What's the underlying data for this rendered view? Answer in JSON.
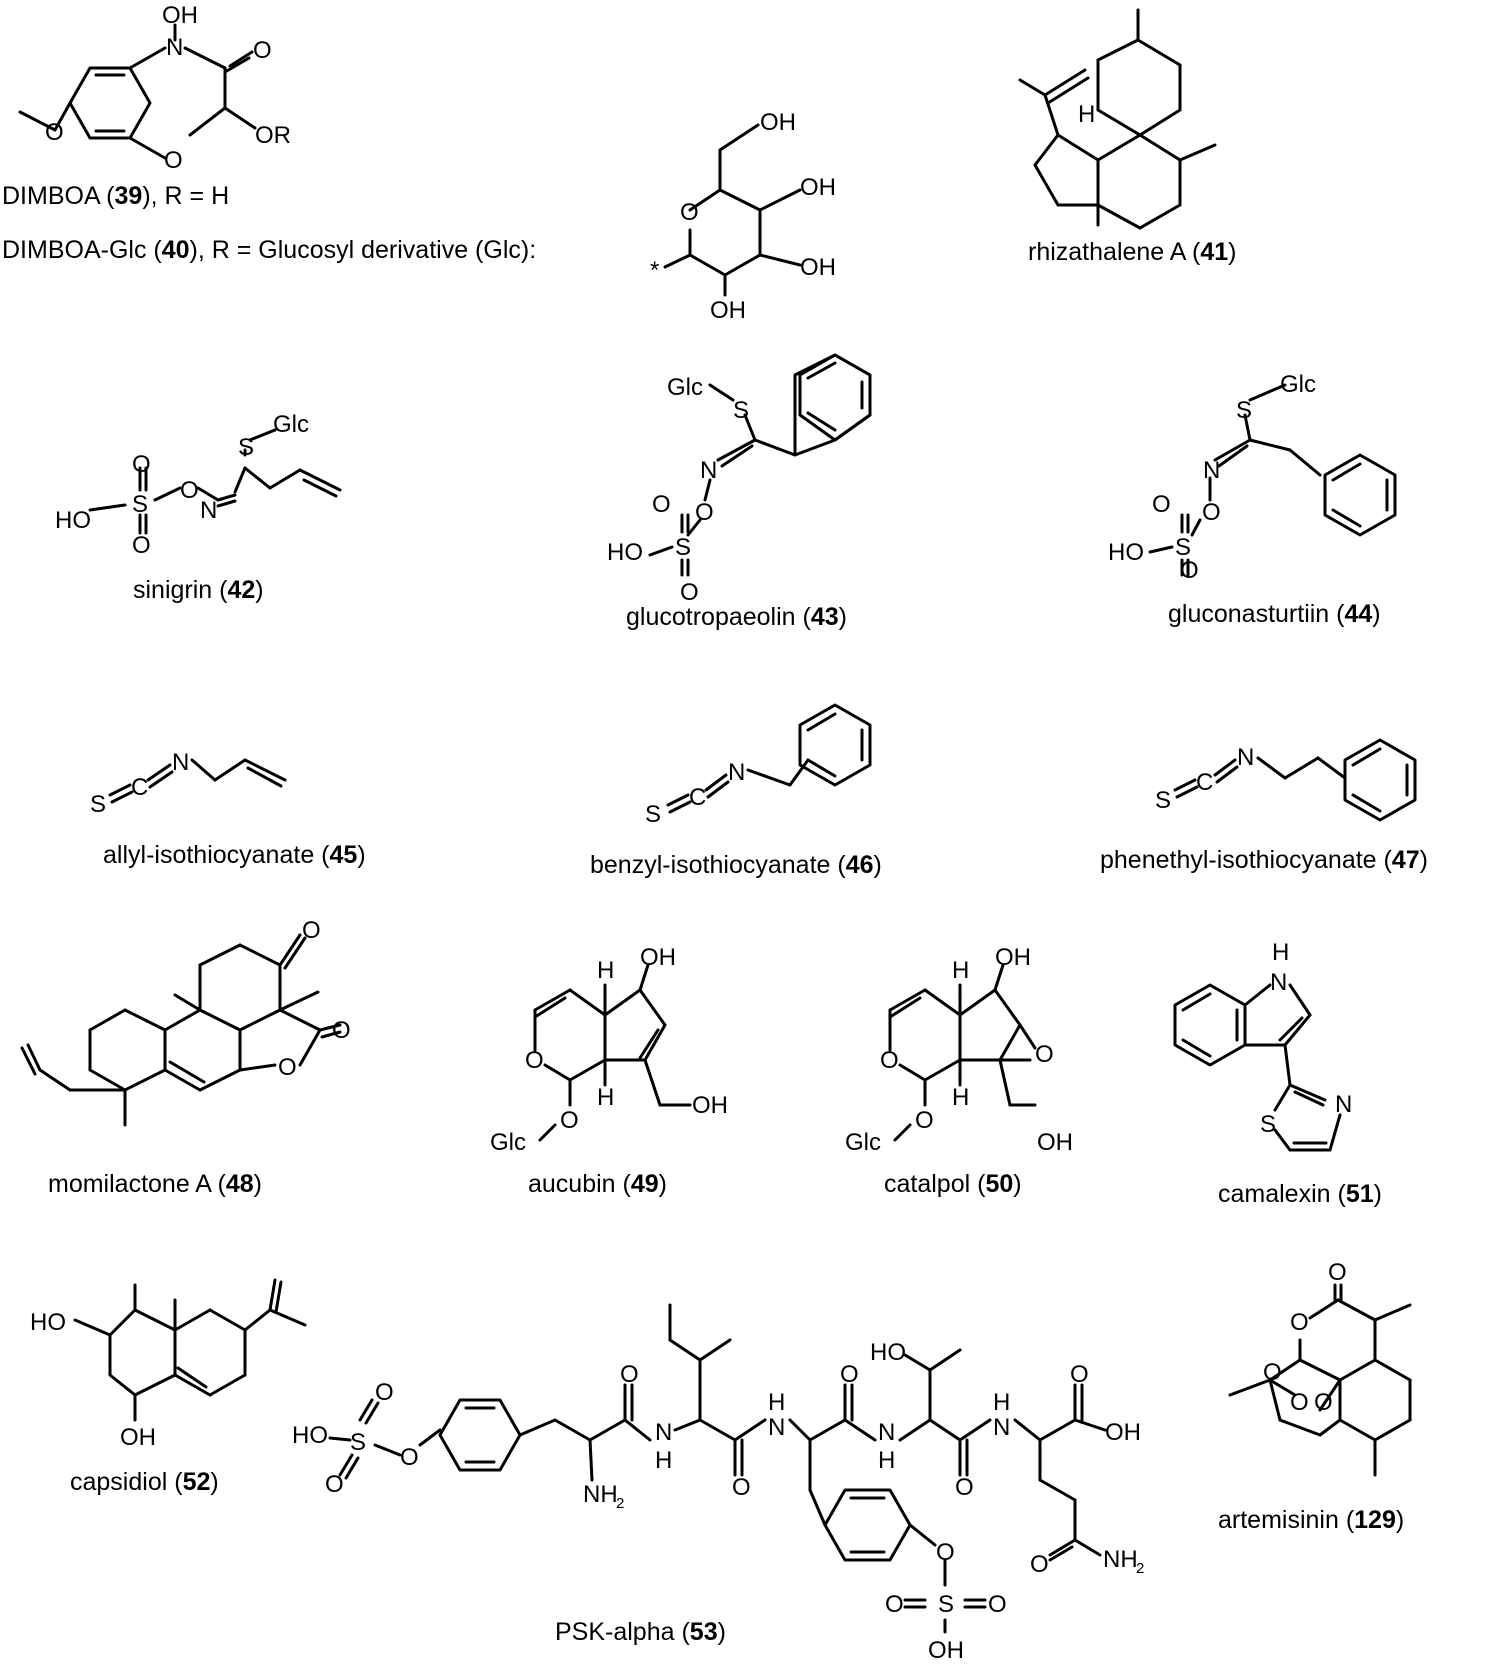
{
  "labels": {
    "dimboa": {
      "text": "DIMBOA (",
      "num": "39",
      "tail": "), R = H"
    },
    "dimboa_glc": {
      "text": "DIMBOA-Glc (",
      "num": "40",
      "tail": "), R = Glucosyl derivative (Glc):"
    },
    "rhizathalene": {
      "text": "rhizathalene A (",
      "num": "41",
      "tail": ")"
    },
    "sinigrin": {
      "text": "sinigrin (",
      "num": "42",
      "tail": ")"
    },
    "glucotropaeolin": {
      "text": "glucotropaeolin (",
      "num": "43",
      "tail": ")"
    },
    "gluconasturtiin": {
      "text": "gluconasturtiin (",
      "num": "44",
      "tail": ")"
    },
    "allyl": {
      "text": "allyl-isothiocyanate (",
      "num": "45",
      "tail": ")"
    },
    "benzyl": {
      "text": "benzyl-isothiocyanate (",
      "num": "46",
      "tail": ")"
    },
    "phenethyl": {
      "text": "phenethyl-isothiocyanate (",
      "num": "47",
      "tail": ")"
    },
    "momilactone": {
      "text": "momilactone A  (",
      "num": "48",
      "tail": ")"
    },
    "aucubin": {
      "text": "aucubin (",
      "num": "49",
      "tail": ")"
    },
    "catalpol": {
      "text": "catalpol (",
      "num": "50",
      "tail": ")"
    },
    "camalexin": {
      "text": "camalexin (",
      "num": "51",
      "tail": ")"
    },
    "capsidiol": {
      "text": "capsidiol (",
      "num": "52",
      "tail": ")"
    },
    "psk": {
      "text": "PSK-alpha (",
      "num": "53",
      "tail": ")"
    },
    "artemisinin": {
      "text": "artemisinin (",
      "num": "129",
      "tail": ")"
    }
  },
  "atoms": {
    "OH": "OH",
    "HO": "HO",
    "O": "O",
    "N": "N",
    "S": "S",
    "H": "H",
    "C": "C",
    "OR": "OR",
    "Glc": "Glc",
    "NH": "NH",
    "NH2": "NH",
    "sub2": "2",
    "star": "*"
  }
}
